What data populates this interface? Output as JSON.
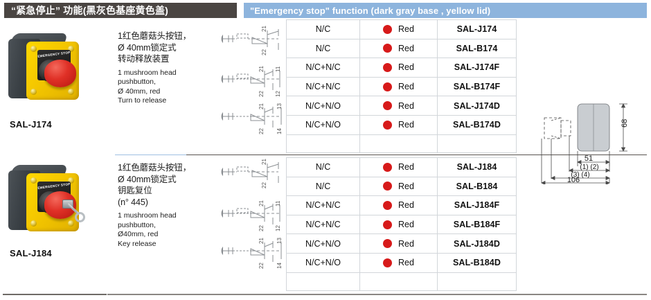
{
  "header": {
    "chinese_title": "“紧急停止” 功能(黑灰色基座黄色盖)",
    "english_title": "\"Emergency stop\" function (dark gray base , yellow lid)",
    "chinese_bg": "#4a4542",
    "english_bg": "#8db4dd"
  },
  "sections": [
    {
      "product_label": "SAL-J174",
      "product_plate_text": "EMERGENCY STOP",
      "description_cn": [
        "1红色蘑菇头按钮，",
        "Ø 40mm锁定式",
        "转动释放装置"
      ],
      "description_en": [
        "1 mushroom head",
        "pushbutton,",
        "Ø 40mm, red",
        "Turn to release"
      ],
      "schematics": [
        {
          "terminals": [
            "21",
            "22"
          ],
          "extra": null
        },
        {
          "terminals": [
            "21",
            "22"
          ],
          "extra": [
            "11",
            "12"
          ]
        },
        {
          "terminals": [
            "21",
            "22"
          ],
          "extra": [
            "13",
            "14"
          ]
        }
      ],
      "rows": [
        {
          "contact": "N/C",
          "color": "Red",
          "part": "SAL-J174"
        },
        {
          "contact": "N/C",
          "color": "Red",
          "part": "SAL-B174"
        },
        {
          "contact": "N/C+N/C",
          "color": "Red",
          "part": "SAL-J174F"
        },
        {
          "contact": "N/C+N/C",
          "color": "Red",
          "part": "SAL-B174F"
        },
        {
          "contact": "N/C+N/O",
          "color": "Red",
          "part": "SAL-J174D"
        },
        {
          "contact": "N/C+N/O",
          "color": "Red",
          "part": "SAL-B174D"
        }
      ]
    },
    {
      "product_label": "SAL-J184",
      "product_plate_text": "EMERGENCY STOP",
      "description_cn": [
        "1红色蘑菇头按钮，",
        "Ø 40mm锁定式",
        "钥匙复位",
        "(n°  445)"
      ],
      "description_en": [
        "1 mushroom head",
        "pushbutton,",
        "Ø40mm, red",
        "Key release"
      ],
      "schematics": [
        {
          "terminals": [
            "21",
            "22"
          ],
          "extra": null
        },
        {
          "terminals": [
            "21",
            "22"
          ],
          "extra": [
            "11",
            "12"
          ]
        },
        {
          "terminals": [
            "21",
            "22"
          ],
          "extra": [
            "13",
            "14"
          ]
        }
      ],
      "rows": [
        {
          "contact": "N/C",
          "color": "Red",
          "part": "SAL-J184"
        },
        {
          "contact": "N/C",
          "color": "Red",
          "part": "SAL-B184"
        },
        {
          "contact": "N/C+N/C",
          "color": "Red",
          "part": "SAL-J184F"
        },
        {
          "contact": "N/C+N/C",
          "color": "Red",
          "part": "SAL-B184F"
        },
        {
          "contact": "N/C+N/O",
          "color": "Red",
          "part": "SAL-J184D"
        },
        {
          "contact": "N/C+N/O",
          "color": "Red",
          "part": "SAL-B184D"
        }
      ]
    }
  ],
  "dimension_drawing": {
    "height": "68",
    "width_body": "51",
    "label_1_2": "(1) (2)",
    "label_3_4": "(3) (4)",
    "total": "106"
  },
  "colors": {
    "red_dot": "#d71a1a",
    "lid_yellow": "#f5c800",
    "base_gray": "#3a4045"
  }
}
